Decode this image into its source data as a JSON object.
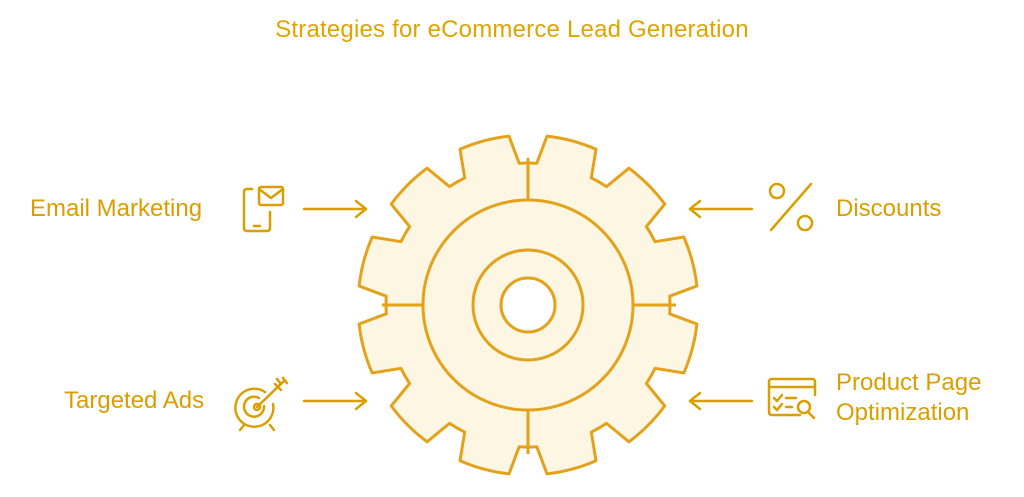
{
  "title": "Strategies for eCommerce Lead Generation",
  "items": [
    {
      "label": "Email Marketing",
      "icon": "mobile-email-icon"
    },
    {
      "label": "Discounts",
      "icon": "percent-icon"
    },
    {
      "label": "Targeted Ads",
      "icon": "target-icon"
    },
    {
      "label": "Product Page Optimization",
      "icon": "page-search-icon"
    }
  ],
  "colors": {
    "accent": "#E0A400",
    "gear_fill": "#FDF6E3",
    "stroke": "#E3A21A"
  }
}
